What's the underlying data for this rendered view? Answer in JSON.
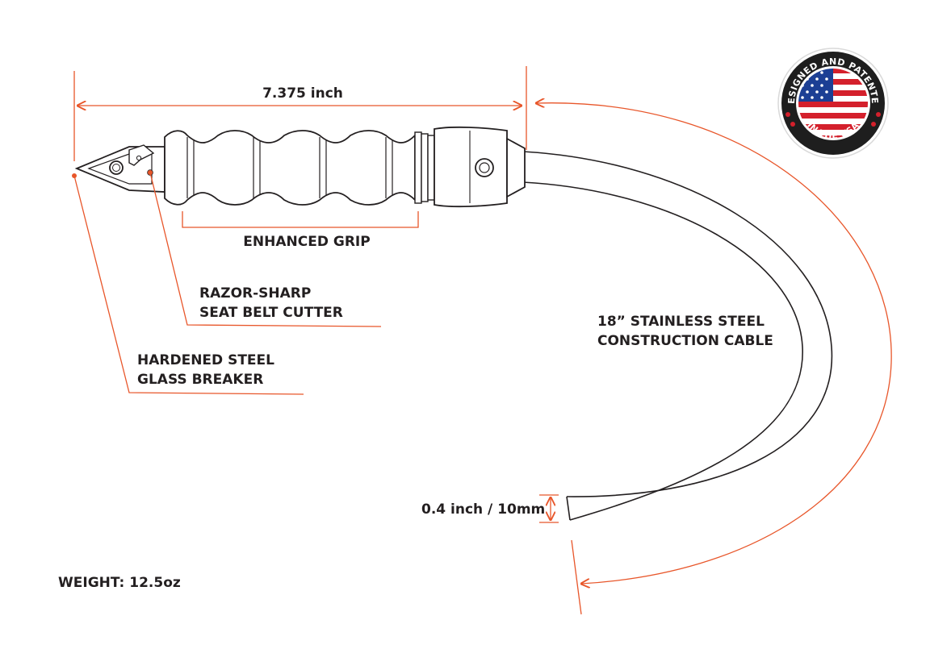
{
  "labels": {
    "length": "7.375 inch",
    "grip": "ENHANCED GRIP",
    "cutter_line1": "RAZOR-SHARP",
    "cutter_line2": "SEAT BELT CUTTER",
    "breaker_line1": "HARDENED STEEL",
    "breaker_line2": "GLASS BREAKER",
    "cable_line1": "18” STAINLESS STEEL",
    "cable_line2": "CONSTRUCTION CABLE",
    "thickness": "0.4 inch / 10mm",
    "weight": "WEIGHT: 12.5oz"
  },
  "badge": {
    "text_top": "DESIGNED AND PATENTED",
    "text_bottom": "IN THE USA"
  },
  "colors": {
    "accent": "#e8562a",
    "ink": "#231f20",
    "flag_red": "#d4202c",
    "flag_blue": "#1c3f94",
    "badge_ring": "#1e1e1e"
  }
}
